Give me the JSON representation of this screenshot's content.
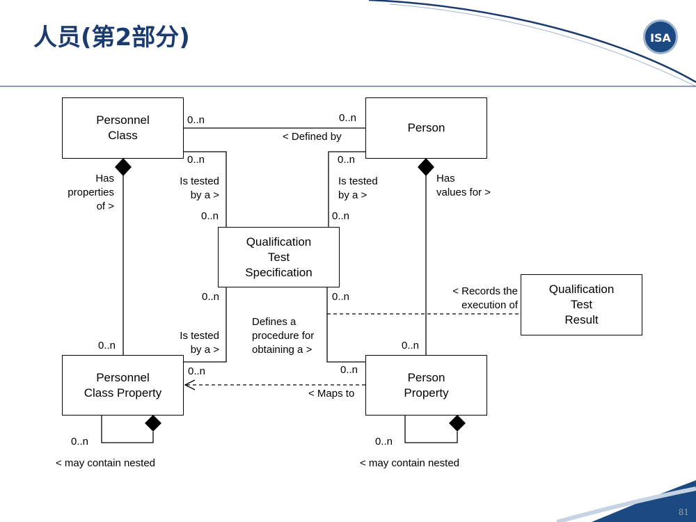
{
  "slide": {
    "title": "人员(第2部分)",
    "logo_text": "ISA",
    "page_number": "81"
  },
  "diagram": {
    "boxes": {
      "personnel_class": "Personnel\nClass",
      "person": "Person",
      "qualification_test_spec": "Qualification\nTest\nSpecification",
      "qualification_test_result": "Qualification\nTest\nResult",
      "personnel_class_property": "Personnel\nClass Property",
      "person_property": "Person\nProperty"
    },
    "labels": {
      "pc_person_mult_left": "0..n",
      "pc_person_mult_right": "0..n",
      "defined_by": "< Defined by",
      "pc_qts_mult_top": "0..n",
      "pc_is_tested": "Is tested\nby a >",
      "pc_qts_mult_bottom": "0..n",
      "person_qts_mult_top": "0..n",
      "person_is_tested": "Is tested\nby a >",
      "person_qts_mult_bottom": "0..n",
      "pc_has_properties": "Has\nproperties\nof >",
      "person_has_values": "Has\nvalues for >",
      "qts_pcp_mult_top": "0..n",
      "pcp_is_tested": "Is tested\nby a >",
      "qts_pcp_mult_bottom": "0..n",
      "defines_procedure": "Defines a\nprocedure for\nobtaining a >",
      "qts_pp_mult_top": "0..n",
      "qts_pp_mult_bottom": "0..n",
      "records_execution": "< Records the\nexecution of",
      "pcp_mult_top": "0..n",
      "pp_mult_top": "0..n",
      "maps_to": "< Maps to",
      "pcp_nested_mult": "0..n",
      "pcp_nested": "< may contain nested",
      "pp_nested_mult": "0..n",
      "pp_nested": "< may contain nested"
    }
  }
}
